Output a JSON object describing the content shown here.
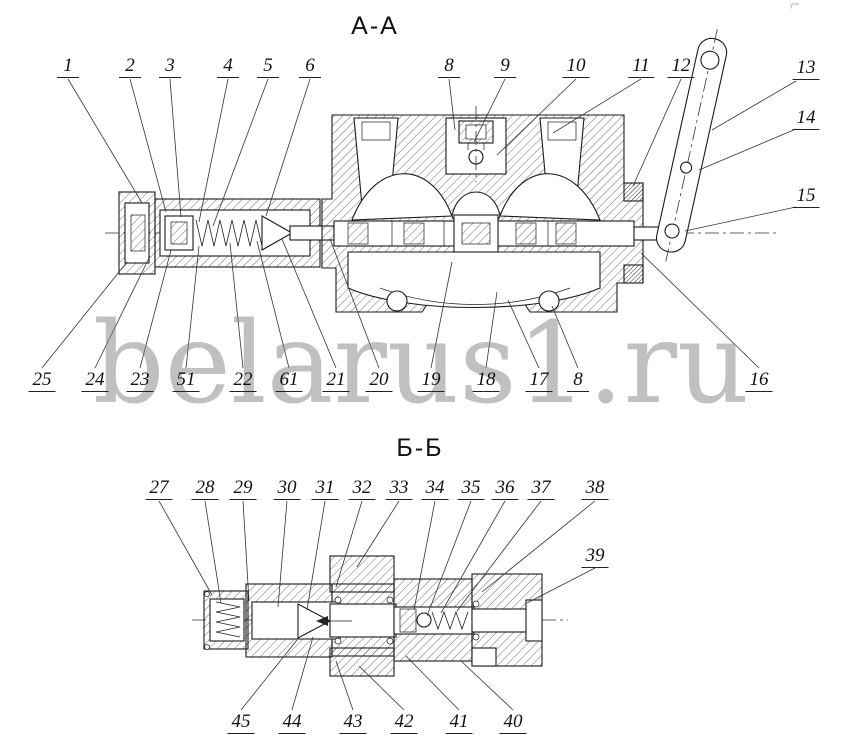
{
  "page": {
    "watermark": "belarus1.ru",
    "corner_mark": "у™"
  },
  "section_a": {
    "title": "А-А",
    "callouts_top": [
      "1",
      "2",
      "3",
      "4",
      "5",
      "6",
      "8",
      "9",
      "10",
      "11",
      "12",
      "13",
      "14",
      "15"
    ],
    "callouts_bottom": [
      "25",
      "24",
      "23",
      "51",
      "22",
      "61",
      "21",
      "20",
      "19",
      "18",
      "17",
      "8",
      "16"
    ]
  },
  "section_b": {
    "title": "Б-Б",
    "callouts_top": [
      "27",
      "28",
      "29",
      "30",
      "31",
      "32",
      "33",
      "34",
      "35",
      "36",
      "37",
      "38",
      "39"
    ],
    "callouts_bottom": [
      "45",
      "44",
      "43",
      "42",
      "41",
      "40"
    ]
  }
}
